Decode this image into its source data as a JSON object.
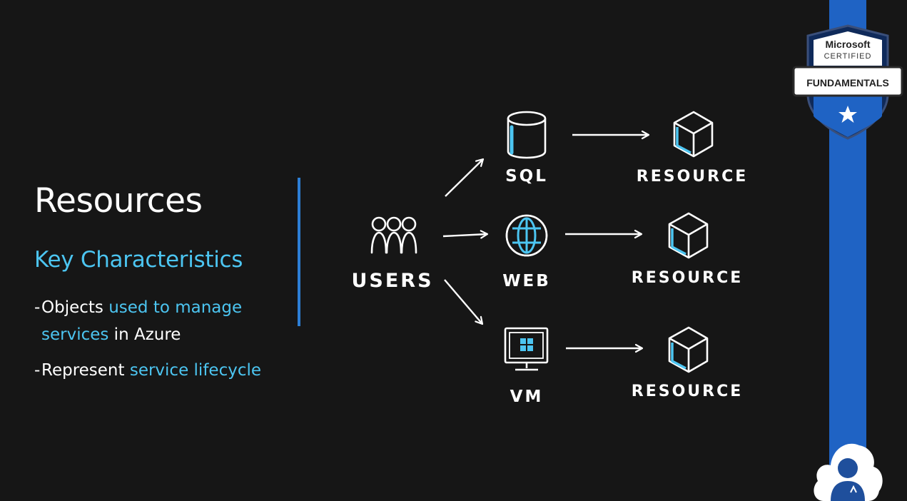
{
  "slide": {
    "title": "Resources",
    "subtitle": "Key Characteristics",
    "bullets": [
      {
        "text_before": "Objects ",
        "highlight": "used to manage",
        "highlight2": "services",
        "text_after": " in Azure"
      },
      {
        "text_before": "Represent ",
        "highlight": "service lifecycle"
      }
    ]
  },
  "diagram": {
    "source_label": "USERS",
    "services": [
      {
        "label": "SQL",
        "icon": "database-icon",
        "target": "RESOURCE"
      },
      {
        "label": "WEB",
        "icon": "globe-icon",
        "target": "RESOURCE"
      },
      {
        "label": "VM",
        "icon": "monitor-windows-icon",
        "target": "RESOURCE"
      }
    ]
  },
  "badge": {
    "line1": "Microsoft",
    "line2": "CERTIFIED",
    "banner": "FUNDAMENTALS",
    "icon": "star-icon"
  },
  "colors": {
    "background": "#161616",
    "accent": "#4cc5f1",
    "stripe": "#1f63c4",
    "divider": "#2d7fd6"
  }
}
